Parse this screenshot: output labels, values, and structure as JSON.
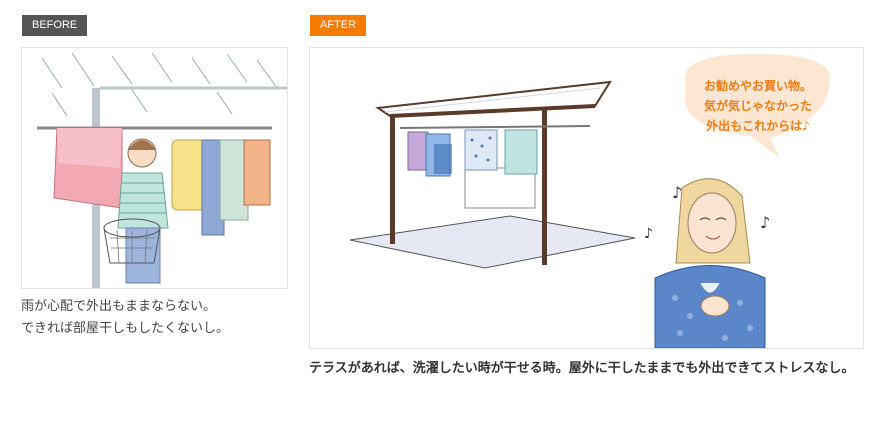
{
  "before": {
    "badge": "BEFORE",
    "caption_lines": [
      "雨が心配で外出もままならない。",
      "できれば部屋干しもしたくないし。"
    ]
  },
  "after": {
    "badge": "AFTER",
    "speech_bubble_lines": [
      "お勧めやお買い物。",
      "気が気じゃなかった",
      "外出もこれからは♪"
    ],
    "caption": "テラスがあれば、洗濯したい時が干せる時。屋外に干したままでも外出できてストレスなし。"
  },
  "colors": {
    "before_badge": "#555555",
    "after_badge": "#f57c00",
    "bubble_text": "#f07d14",
    "bubble_fill": "#fde7d3"
  }
}
